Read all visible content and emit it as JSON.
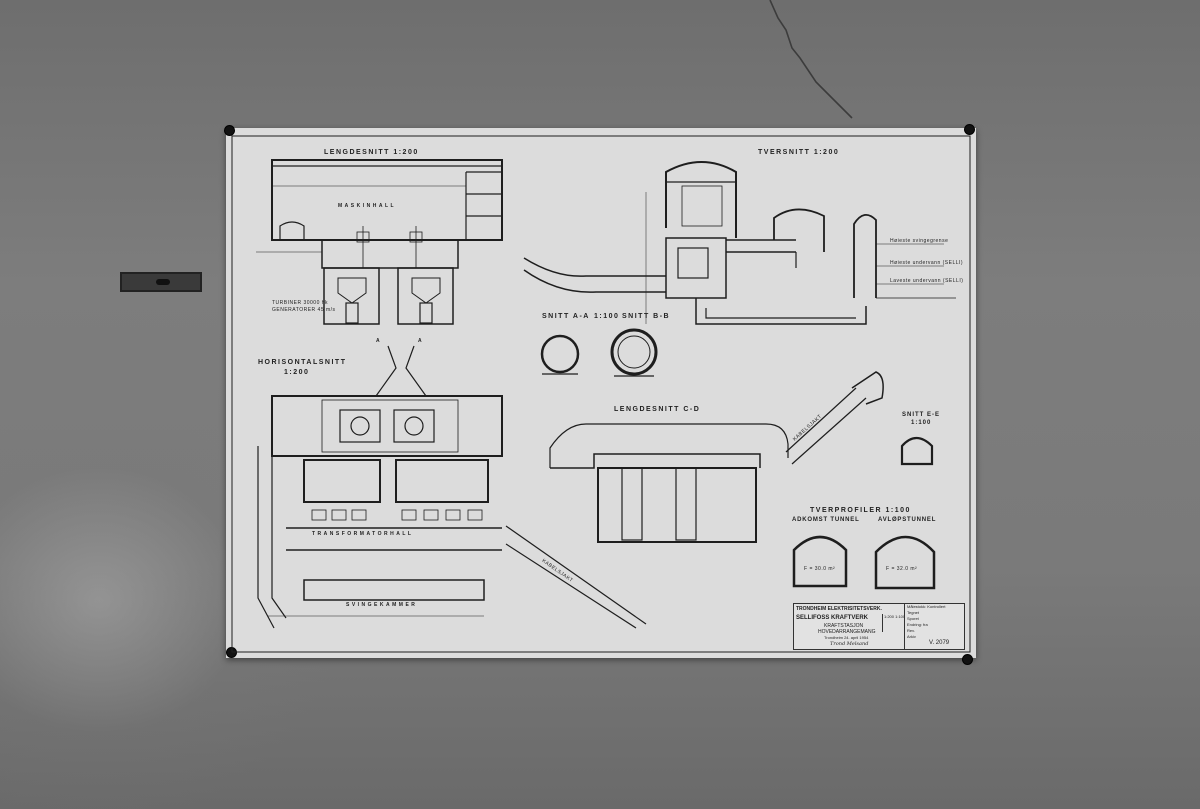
{
  "drawing": {
    "views": {
      "longitudinal": "LENGDESNITT 1:200",
      "cross": "TVERSNITT 1:200",
      "horizontal": "HORISONTALSNITT",
      "horizontal_scale": "1:200",
      "section_aa": "SNITT A-A",
      "section_aa_scale": "1:100",
      "section_bb": "SNITT B-B",
      "longitudinal_cd": "LENGDESNITT C-D",
      "section_ee": "SNITT E-E",
      "section_ee_scale": "1:100",
      "cross_profiles": "TVERPROFILER 1:100",
      "access_tunnel": "ADKOMST TUNNEL",
      "outlet_tunnel": "AVLØPSTUNNEL"
    },
    "rooms": {
      "machine_hall": "MASKINHALL",
      "transformer_hall": "TRANSFORMATORHALL",
      "surge_chamber": "SVINGEKAMMER",
      "cable_shaft_1": "KABELSJAKT",
      "cable_shaft_2": "KABELSJAKT"
    },
    "notes": {
      "turbines": "TURBINER 30000 hk",
      "generators": "GENERATORER 45 m/s",
      "area_access": "F = 30.0 m²",
      "area_outlet": "F = 32.0 m²",
      "water_1": "Høieste svingegrense",
      "water_2": "Høieste undervann (SELLI)",
      "water_3": "Laveste undervann (SELLI)"
    },
    "markers": {
      "a1": "A",
      "a2": "A"
    }
  },
  "title_block": {
    "company": "TRONDHEIM ELEKTRISITETSVERK.",
    "project": "SELLIFOSS KRAFTVERK",
    "subject": "KRAFTSTASJON",
    "subtitle": "HOVEDARRANGEMANG",
    "place_date": "Trondheim 24. april 1954",
    "signature": "Trond Melsand",
    "drawing_number": "V. 2079",
    "scale": "1:200 1:100",
    "side_rows": [
      "Målestokk: Kontrollert",
      "Tegnet",
      "Sporet",
      "Endring: fra",
      "Rev.",
      "Arkiv"
    ]
  }
}
